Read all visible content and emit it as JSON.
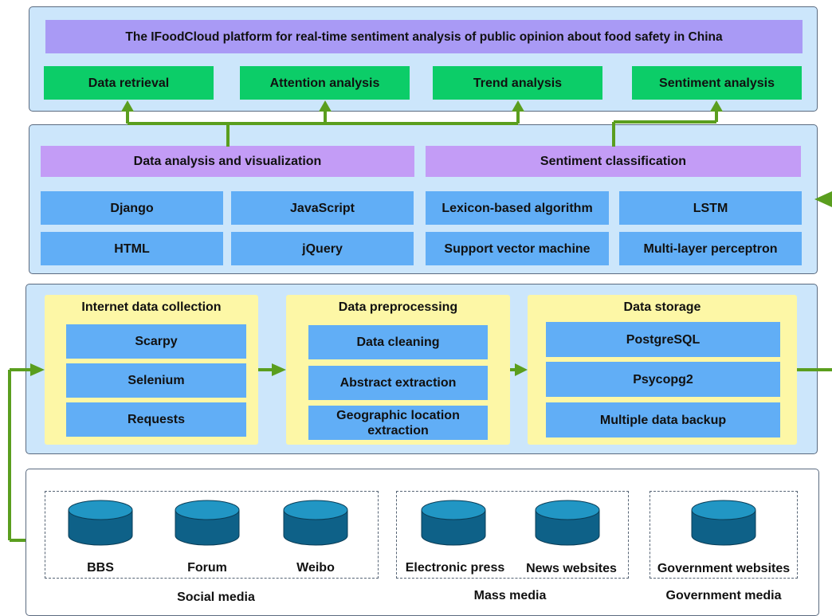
{
  "platform": {
    "title": "The IFoodCloud platform for real-time sentiment analysis of public opinion about food safety in China",
    "functions": [
      "Data retrieval",
      "Attention analysis",
      "Trend analysis",
      "Sentiment analysis"
    ]
  },
  "analysis": {
    "visualization": {
      "title": "Data analysis and visualization",
      "items": [
        "Django",
        "JavaScript",
        "HTML",
        "jQuery"
      ]
    },
    "sentiment": {
      "title": "Sentiment classification",
      "items": [
        "Lexicon-based algorithm",
        "LSTM",
        "Support vector machine",
        "Multi-layer perceptron"
      ]
    }
  },
  "processing": {
    "collection": {
      "title": "Internet data collection",
      "items": [
        "Scarpy",
        "Selenium",
        "Requests"
      ]
    },
    "preprocessing": {
      "title": "Data preprocessing",
      "items": [
        "Data cleaning",
        "Abstract extraction",
        "Geographic location extraction"
      ]
    },
    "storage": {
      "title": "Data storage",
      "items": [
        "PostgreSQL",
        "Psycopg2",
        "Multiple data backup"
      ]
    }
  },
  "sources": {
    "social": {
      "title": "Social media",
      "items": [
        "BBS",
        "Forum",
        "Weibo"
      ]
    },
    "mass": {
      "title": "Mass media",
      "items": [
        "Electronic press",
        "News websites"
      ]
    },
    "government": {
      "title": "Government media",
      "items": [
        "Government websites"
      ]
    }
  },
  "colors": {
    "panel": "#cce6fb",
    "title_bar": "#a99af5",
    "section_header": "#c39cf6",
    "function_box": "#0ccd68",
    "tool_box": "#61aef6",
    "stage_box": "#fdf7a6",
    "connector": "#5a9e1e",
    "database": "#0e6188"
  }
}
